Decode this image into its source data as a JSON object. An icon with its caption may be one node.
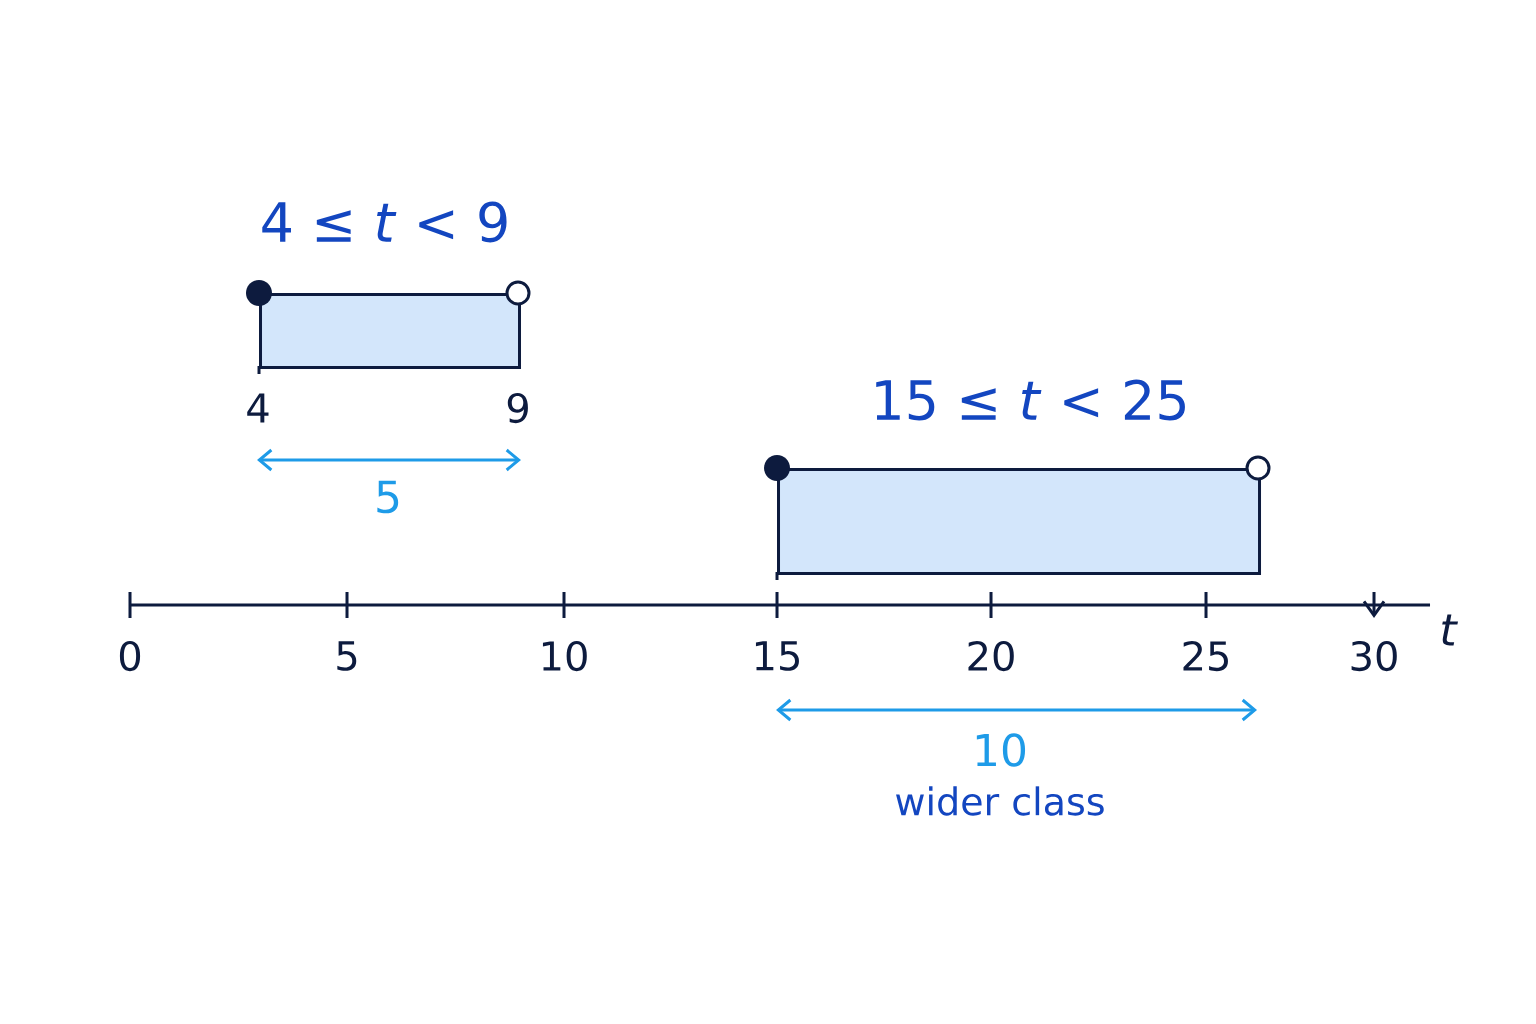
{
  "diagram": {
    "nodes": [
      {
        "text": [
          "4 ≤ *t* < 9"
        ]
      },
      {
        "text": [
          "15 ≤ *t* < 25"
        ]
      }
    ],
    "labels": [
      "4",
      "9",
      "5",
      "0",
      "5",
      "10",
      "15",
      "20",
      "25",
      "30",
      "t",
      "10",
      "wider class"
    ]
  }
}
